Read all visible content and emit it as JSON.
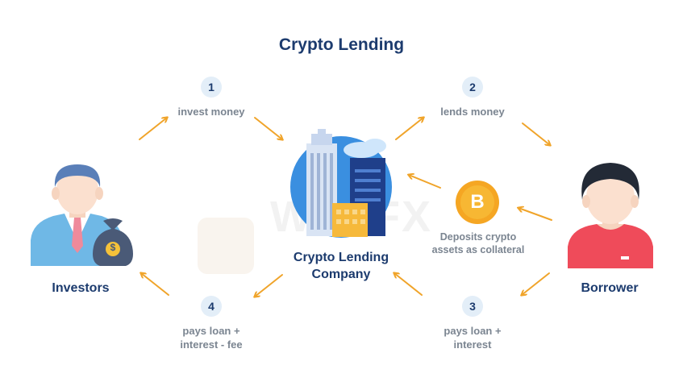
{
  "title": "Crypto Lending",
  "steps": [
    {
      "number": "1",
      "text": "invest money"
    },
    {
      "number": "2",
      "text": "lends money"
    },
    {
      "number": "3",
      "text": "pays loan + interest"
    },
    {
      "number": "4",
      "text": "pays loan + interest - fee"
    }
  ],
  "nodes": {
    "investors": "Investors",
    "company": "Crypto Lending Company",
    "borrower": "Borrower",
    "collateral": "Deposits crypto assets as collateral"
  },
  "icons": {
    "bitcoin_symbol": "B",
    "money_bag_symbol": "$"
  },
  "watermark": "WIKIFX",
  "colors": {
    "title": "#1c3b6e",
    "arrow": "#f0a42a",
    "badge_bg": "#e3eef8",
    "bitcoin": "#f5a623",
    "borrower_shirt": "#ef4b5a",
    "investor_suit": "#6fb8e6"
  }
}
